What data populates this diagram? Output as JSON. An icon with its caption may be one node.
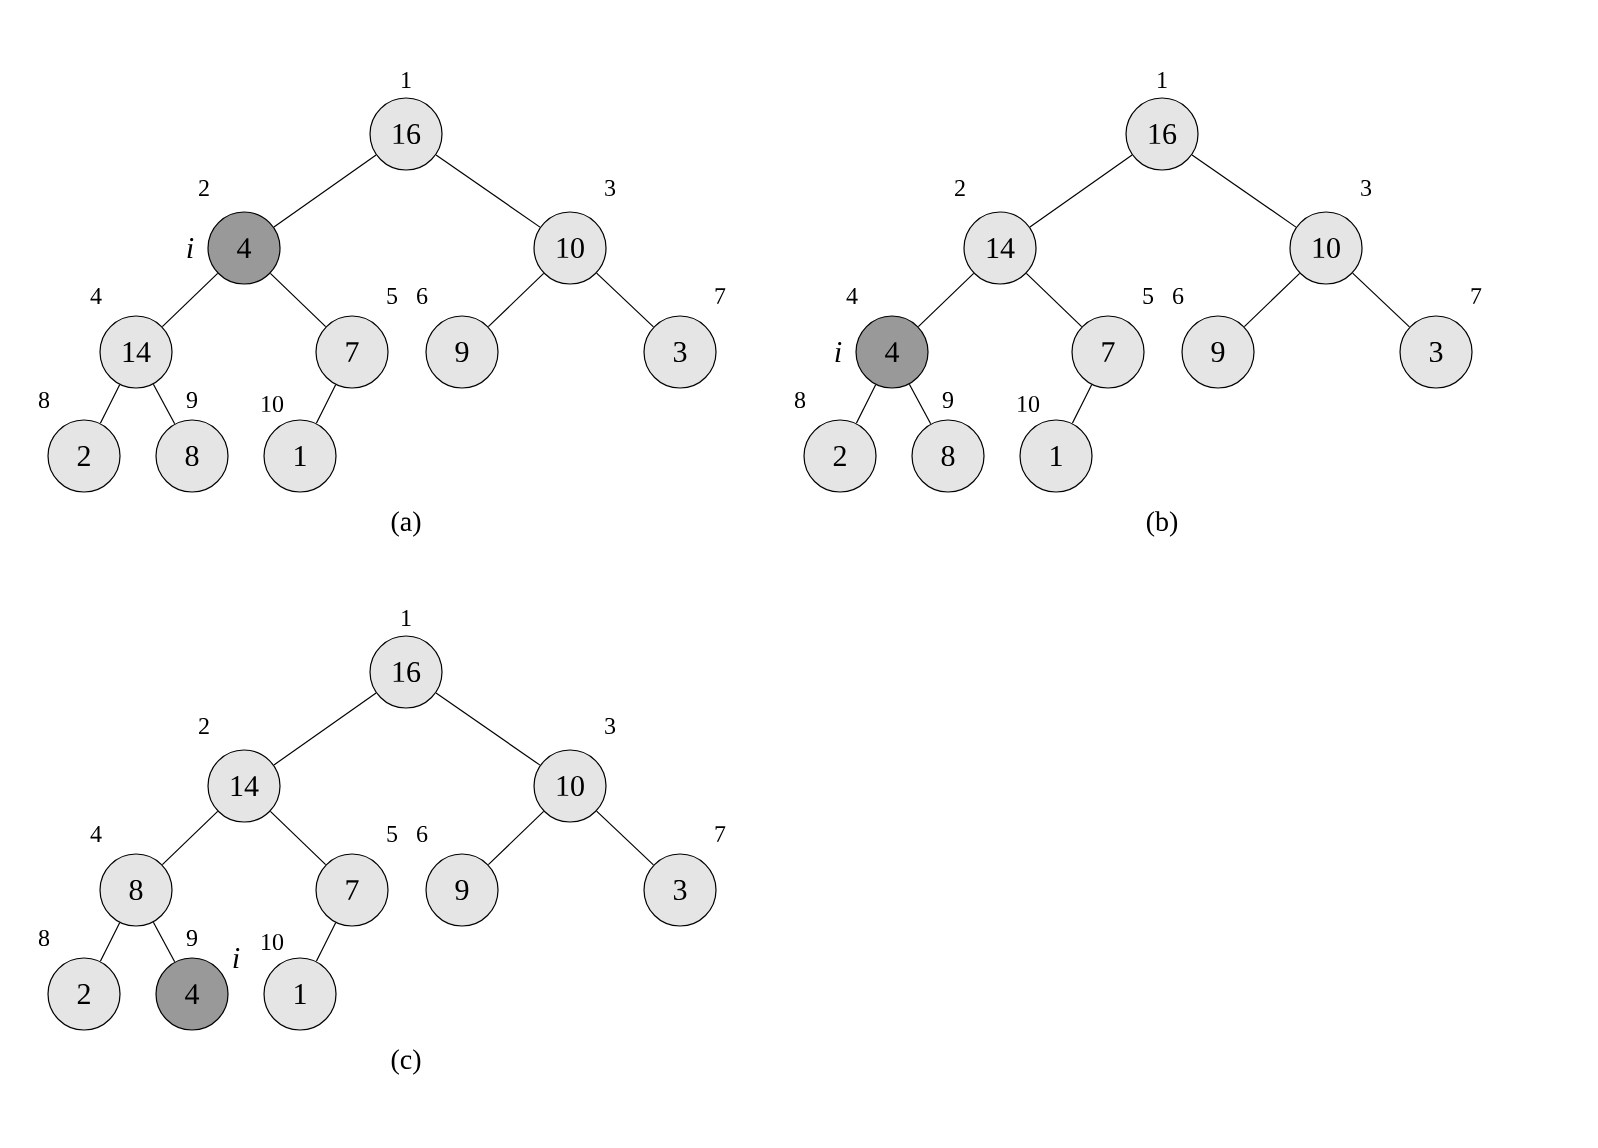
{
  "diagram": {
    "nodes": [
      {
        "text": [
          "16"
        ],
        "beside": [
          "1"
        ]
      },
      {
        "text": [
          "4"
        ],
        "beside": [
          "2",
          "i"
        ]
      },
      {
        "text": [
          "10"
        ],
        "beside": [
          "3"
        ]
      },
      {
        "text": [
          "14"
        ],
        "beside": [
          "4"
        ]
      },
      {
        "text": [
          "7"
        ],
        "beside": [
          "5"
        ]
      },
      {
        "text": [
          "9"
        ],
        "beside": [
          "6"
        ]
      },
      {
        "text": [
          "3"
        ],
        "beside": [
          "7"
        ]
      },
      {
        "text": [
          "2"
        ],
        "beside": [
          "8"
        ]
      },
      {
        "text": [
          "8"
        ],
        "beside": [
          "9"
        ]
      },
      {
        "text": [
          "1"
        ],
        "beside": [
          "10"
        ]
      },
      {
        "text": [
          "16"
        ],
        "beside": [
          "1"
        ]
      },
      {
        "text": [
          "14"
        ],
        "beside": [
          "2"
        ]
      },
      {
        "text": [
          "10"
        ],
        "beside": [
          "3"
        ]
      },
      {
        "text": [
          "4"
        ],
        "beside": [
          "4",
          "i"
        ]
      },
      {
        "text": [
          "7"
        ],
        "beside": [
          "5"
        ]
      },
      {
        "text": [
          "9"
        ],
        "beside": [
          "6"
        ]
      },
      {
        "text": [
          "3"
        ],
        "beside": [
          "7"
        ]
      },
      {
        "text": [
          "2"
        ],
        "beside": [
          "8"
        ]
      },
      {
        "text": [
          "8"
        ],
        "beside": [
          "9"
        ]
      },
      {
        "text": [
          "1"
        ],
        "beside": [
          "10"
        ]
      },
      {
        "text": [
          "16"
        ],
        "beside": [
          "1"
        ]
      },
      {
        "text": [
          "14"
        ],
        "beside": [
          "2"
        ]
      },
      {
        "text": [
          "10"
        ],
        "beside": [
          "3"
        ]
      },
      {
        "text": [
          "8"
        ],
        "beside": [
          "4"
        ]
      },
      {
        "text": [
          "7"
        ],
        "beside": [
          "5"
        ]
      },
      {
        "text": [
          "9"
        ],
        "beside": [
          "6"
        ]
      },
      {
        "text": [
          "3"
        ],
        "beside": [
          "7"
        ]
      },
      {
        "text": [
          "2"
        ],
        "beside": [
          "8"
        ]
      },
      {
        "text": [
          "4"
        ],
        "beside": [
          "9",
          "i"
        ]
      },
      {
        "text": [
          "1"
        ],
        "beside": [
          "10"
        ]
      }
    ],
    "edges": [
      {
        "from": 0,
        "to": 1,
        "arrow": "none"
      },
      {
        "from": 0,
        "to": 2,
        "arrow": "none"
      },
      {
        "from": 1,
        "to": 3,
        "arrow": "none"
      },
      {
        "from": 1,
        "to": 4,
        "arrow": "none"
      },
      {
        "from": 2,
        "to": 5,
        "arrow": "none"
      },
      {
        "from": 2,
        "to": 6,
        "arrow": "none"
      },
      {
        "from": 3,
        "to": 7,
        "arrow": "none"
      },
      {
        "from": 3,
        "to": 8,
        "arrow": "none"
      },
      {
        "from": 4,
        "to": 9,
        "arrow": "none"
      },
      {
        "from": 10,
        "to": 11,
        "arrow": "none"
      },
      {
        "from": 10,
        "to": 12,
        "arrow": "none"
      },
      {
        "from": 11,
        "to": 13,
        "arrow": "none"
      },
      {
        "from": 11,
        "to": 14,
        "arrow": "none"
      },
      {
        "from": 12,
        "to": 15,
        "arrow": "none"
      },
      {
        "from": 12,
        "to": 16,
        "arrow": "none"
      },
      {
        "from": 13,
        "to": 17,
        "arrow": "none"
      },
      {
        "from": 13,
        "to": 18,
        "arrow": "none"
      },
      {
        "from": 14,
        "to": 19,
        "arrow": "none"
      },
      {
        "from": 20,
        "to": 21,
        "arrow": "none"
      },
      {
        "from": 20,
        "to": 22,
        "arrow": "none"
      },
      {
        "from": 21,
        "to": 23,
        "arrow": "none"
      },
      {
        "from": 21,
        "to": 24,
        "arrow": "none"
      },
      {
        "from": 22,
        "to": 25,
        "arrow": "none"
      },
      {
        "from": 22,
        "to": 26,
        "arrow": "none"
      },
      {
        "from": 23,
        "to": 27,
        "arrow": "none"
      },
      {
        "from": 23,
        "to": 28,
        "arrow": "none"
      },
      {
        "from": 24,
        "to": 29,
        "arrow": "none"
      }
    ],
    "labels": [
      "(a)",
      "(b)",
      "(c)"
    ]
  }
}
